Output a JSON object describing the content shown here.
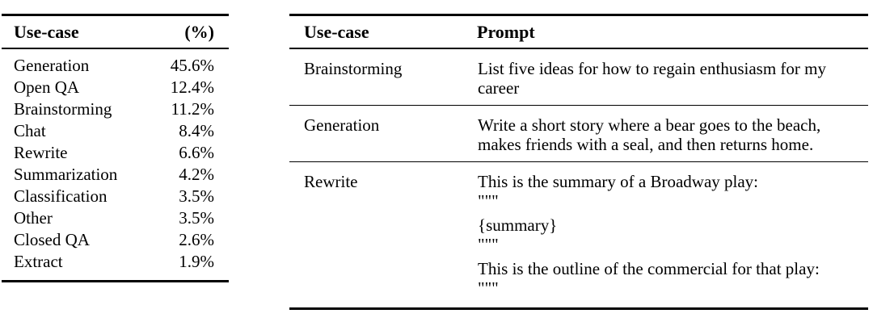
{
  "distribution_table": {
    "headers": {
      "usecase": "Use-case",
      "percent": "(%)"
    },
    "rows": [
      {
        "usecase": "Generation",
        "percent": "45.6%"
      },
      {
        "usecase": "Open QA",
        "percent": "12.4%"
      },
      {
        "usecase": "Brainstorming",
        "percent": "11.2%"
      },
      {
        "usecase": "Chat",
        "percent": "8.4%"
      },
      {
        "usecase": "Rewrite",
        "percent": "6.6%"
      },
      {
        "usecase": "Summarization",
        "percent": "4.2%"
      },
      {
        "usecase": "Classification",
        "percent": "3.5%"
      },
      {
        "usecase": "Other",
        "percent": "3.5%"
      },
      {
        "usecase": "Closed QA",
        "percent": "2.6%"
      },
      {
        "usecase": "Extract",
        "percent": "1.9%"
      }
    ]
  },
  "examples_table": {
    "headers": {
      "usecase": "Use-case",
      "prompt": "Prompt"
    },
    "rows": [
      {
        "usecase": "Brainstorming",
        "blocks": [
          "List five ideas for how to regain enthusiasm for my career"
        ]
      },
      {
        "usecase": "Generation",
        "blocks": [
          "Write a short story where a bear goes to the beach, makes friends with a seal, and then returns home."
        ]
      },
      {
        "usecase": "Rewrite",
        "blocks": [
          "This is the summary of a Broadway play:\n\"\"\"",
          "{summary}\n\"\"\"",
          "This is the outline of the commercial for that play:\n\"\"\""
        ]
      }
    ]
  },
  "colors": {
    "background": "#ffffff",
    "text": "#000000",
    "rule": "#000000"
  }
}
